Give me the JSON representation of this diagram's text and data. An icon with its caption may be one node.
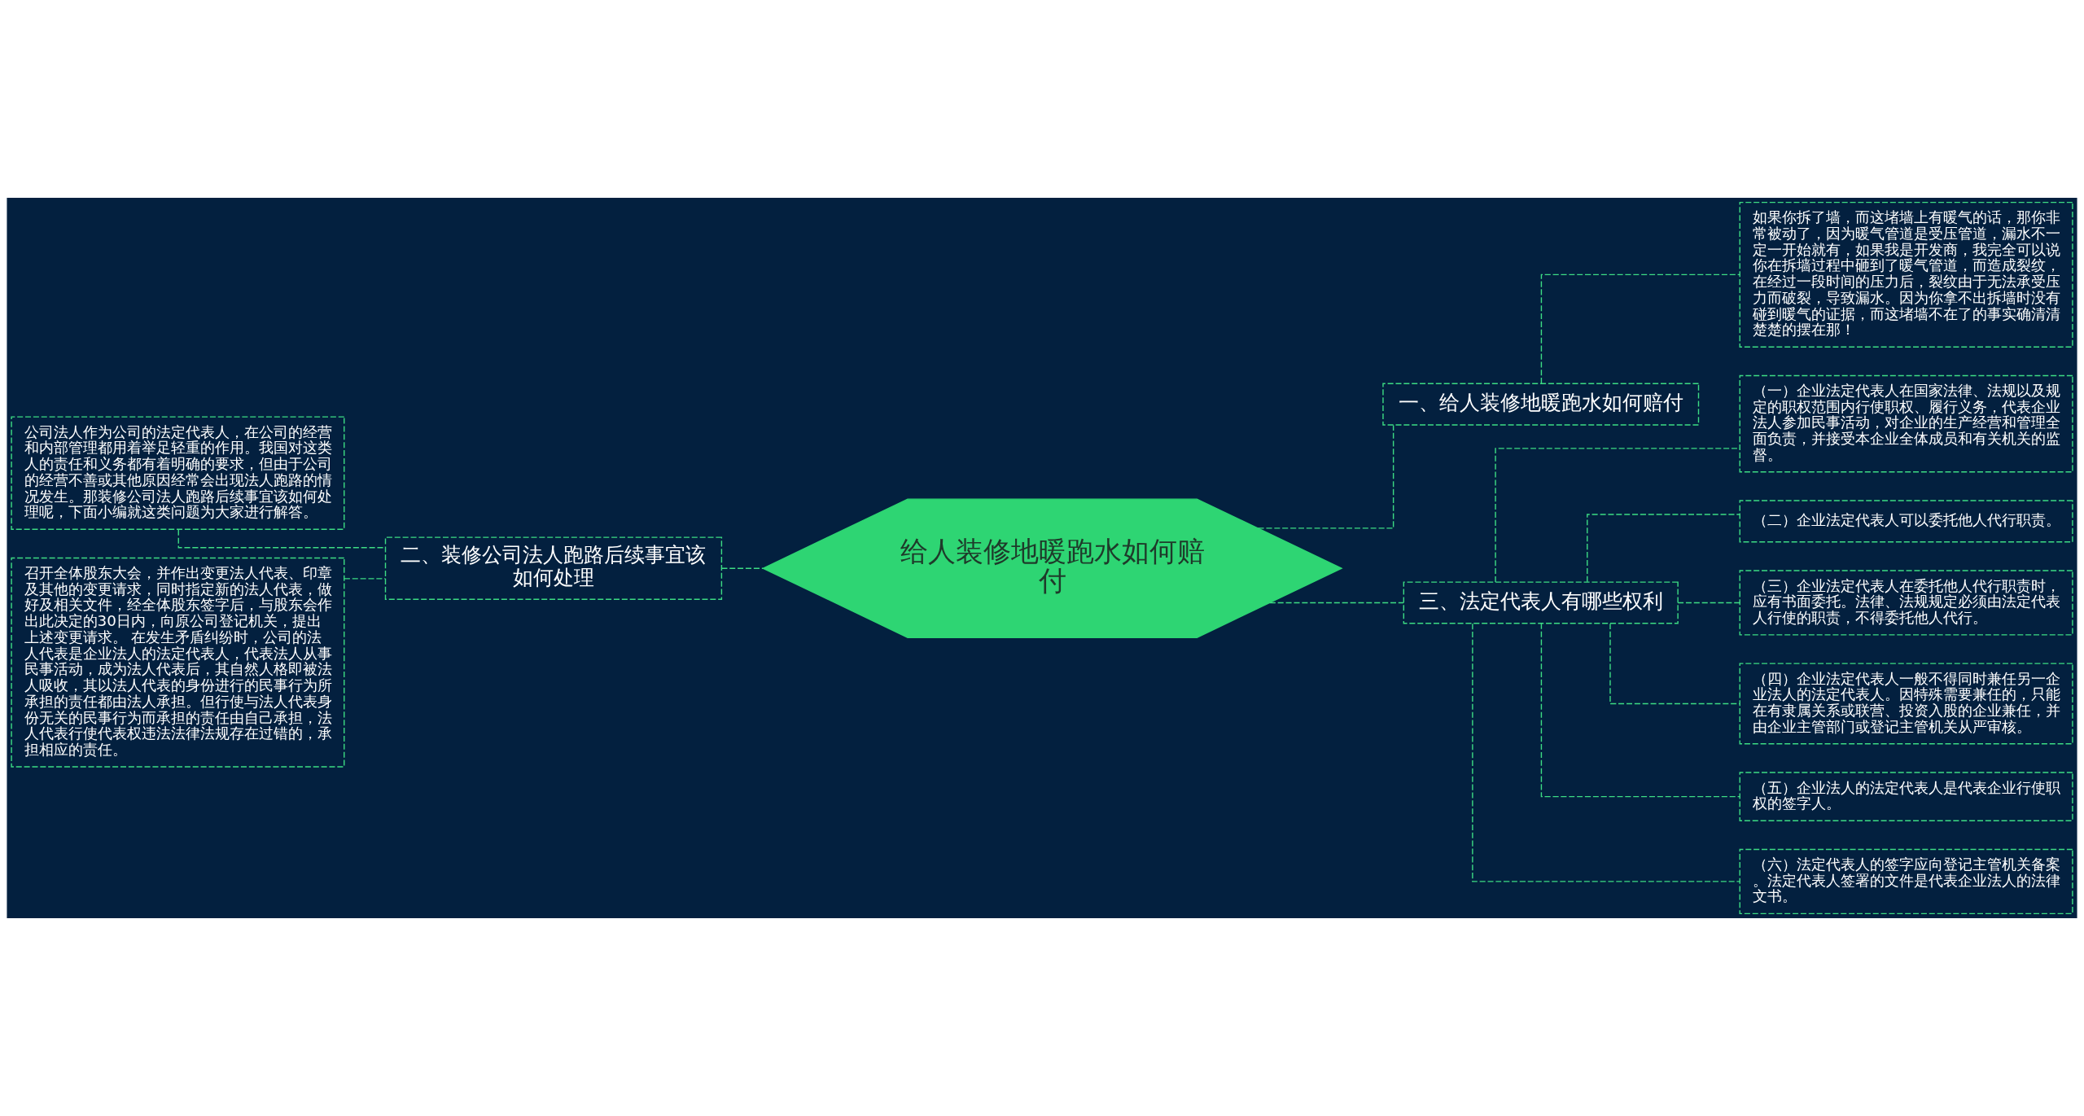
{
  "diagram": {
    "nodes": [
      {
        "text": [
          "给人装修地暖跑水如何赔付"
        ]
      },
      {
        "text": [
          "一、给人装修地暖跑水如何赔付"
        ]
      },
      {
        "text": [
          "如果你拆了墙，而这堵墙上有暖气的话，那你非常被动了，因为暖气管道是受压管道，漏水不一定一开始就有，如果我是开发商，我完全可以说你在拆墙过程中砸到了暖气管道，而造成裂纹，在经过一段时间的压力后，裂纹由于无法承受压力而破裂，导致漏水。因为你拿不出拆墙时没有碰到暖气的证据，而这堵墙不在了的事实确清清楚楚的摆在那！"
        ]
      },
      {
        "text": [
          "二、装修公司法人跑路后续事宜该如何处理"
        ]
      },
      {
        "text": [
          "公司法人作为公司的法定代表人，在公司的经营和内部管理都用着举足轻重的作用。我国对这类人的责任和义务都有着明确的要求，但由于公司的经营不善或其他原因经常会出现法人跑路的情况发生。那装修公司法人跑路后续事宜该如何处理呢，下面小编就这类问题为大家进行解答。"
        ]
      },
      {
        "text": [
          "召开全体股东大会，并作出变更法人代表、印章及其他的变更请求，同时指定新的法人代表，做好及相关文件，经全体股东签字后，与股东会作出此决定的30日内，向原公司登记机关，提出上述变更请求。 在发生矛盾纠纷时，公司的法人代表是企业法人的法定代表人，代表法人从事民事活动，成为法人代表后，其自然人格即被法人吸收，其以法人代表的身份进行的民事行为所承担的责任都由法人承担。但行使与法人代表身份无关的民事行为而承担的责任由自己承担，法人代表行使代表权违法法律法规存在过错的，承担相应的责任。"
        ]
      },
      {
        "text": [
          "三、法定代表人有哪些权利"
        ]
      },
      {
        "text": [
          "（一）企业法定代表人在国家法律、法规以及规定的职权范围内行使职权、履行义务，代表企业法人参加民事活动，对企业的生产经营和管理全面负责，并接受本企业全体成员和有关机关的监督。"
        ]
      },
      {
        "text": [
          "（二）企业法定代表人可以委托他人代行职责。"
        ]
      },
      {
        "text": [
          "（三）企业法定代表人在委托他人代行职责时，应有书面委托。法律、法规规定必须由法定代表人行使的职责，不得委托他人代行。"
        ]
      },
      {
        "text": [
          "（四）企业法定代表人一般不得同时兼任另一企业法人的法定代表人。因特殊需要兼任的，只能在有隶属关系或联营、投资入股的企业兼任，并由企业主管部门或登记主管机关从严审核。"
        ]
      },
      {
        "text": [
          "（五）企业法人的法定代表人是代表企业行使职权的签字人。"
        ]
      },
      {
        "text": [
          "（六）法定代表人的签字应向登记主管机关备案。法定代表人签署的文件是代表企业法人的法律文书。"
        ]
      }
    ],
    "edges": [
      {
        "from": 4,
        "to": 3,
        "arrow": "none",
        "style": "dashed"
      },
      {
        "from": 5,
        "to": 3,
        "arrow": "none",
        "style": "dashed"
      },
      {
        "from": 3,
        "to": 0,
        "arrow": "none",
        "style": "dashed"
      },
      {
        "from": 0,
        "to": 1,
        "arrow": "none",
        "style": "dashed"
      },
      {
        "from": 1,
        "to": 2,
        "arrow": "none",
        "style": "dashed"
      },
      {
        "from": 0,
        "to": 6,
        "arrow": "none",
        "style": "dashed"
      },
      {
        "from": 6,
        "to": 7,
        "arrow": "none",
        "style": "dashed"
      },
      {
        "from": 6,
        "to": 8,
        "arrow": "none",
        "style": "dashed"
      },
      {
        "from": 6,
        "to": 9,
        "arrow": "none",
        "style": "dashed"
      },
      {
        "from": 6,
        "to": 10,
        "arrow": "none",
        "style": "dashed"
      },
      {
        "from": 6,
        "to": 11,
        "arrow": "none",
        "style": "dashed"
      },
      {
        "from": 6,
        "to": 12,
        "arrow": "none",
        "style": "dashed"
      }
    ]
  }
}
